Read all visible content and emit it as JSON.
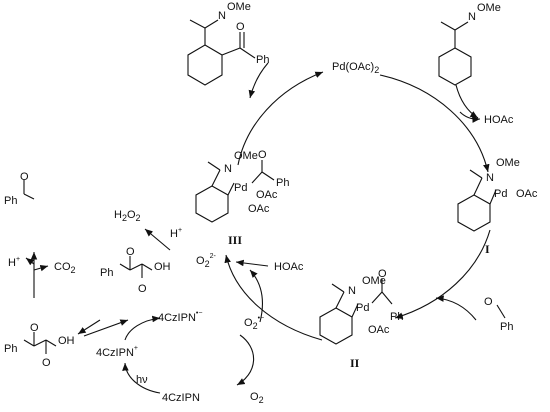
{
  "catalyst": {
    "pre": "Pd(OAc)",
    "sub": "2"
  },
  "reagents": {
    "hoac_top": "HOAc",
    "hoac_mid": "HOAc",
    "h_plus": "H",
    "h2o2": "H",
    "h2o2_2": "O",
    "h2o2_3": "2",
    "h2o2_4": "2",
    "o2": "O",
    "o2_sub": "2",
    "o2_radical": "O",
    "o2_radical_sub": "2",
    "o2_radical_sup": "•−",
    "o2_dianion": "O",
    "o2_dianion_sub": "2",
    "o2_dianion_sup": "2-",
    "co2": "CO",
    "co2_sub": "2",
    "hv": "hν"
  },
  "photocatalyst": {
    "radical_anion": "4CzIPN",
    "radical_anion_sup": "•−",
    "radical_cation": "4CzIPN",
    "radical_cation_sup": "+",
    "ground": "4CzIPN"
  },
  "intermediates": {
    "I": "I",
    "II": "II",
    "III": "III"
  },
  "atoms": {
    "ome": "OMe",
    "n": "N",
    "pd": "Pd",
    "oac": "OAc",
    "ph": "Ph",
    "o": "O",
    "oh": "OH"
  }
}
